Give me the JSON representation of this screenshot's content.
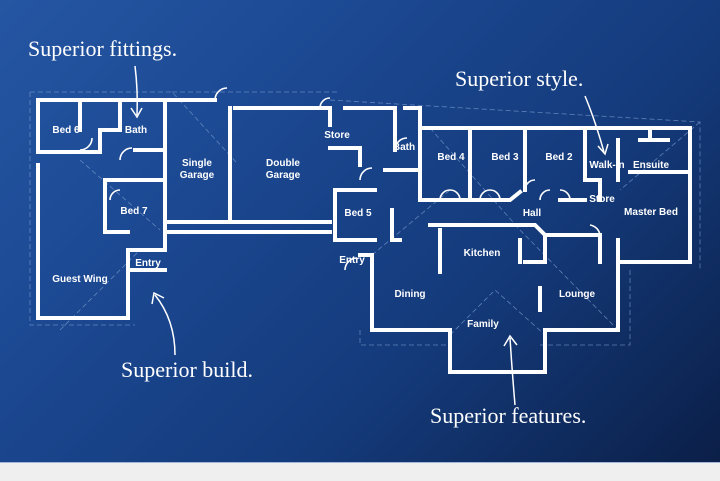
{
  "captions": {
    "fittings": "Superior fittings.",
    "style": "Superior style.",
    "build": "Superior build.",
    "features": "Superior features."
  },
  "rooms": {
    "bed6": "Bed 6",
    "bath_left": "Bath",
    "single_garage_1": "Single",
    "single_garage_2": "Garage",
    "double_garage_1": "Double",
    "double_garage_2": "Garage",
    "bed7": "Bed 7",
    "entry_left": "Entry",
    "guest_wing": "Guest Wing",
    "store_top": "Store",
    "bath_mid": "Bath",
    "bed5": "Bed 5",
    "entry_mid": "Entry",
    "bed4": "Bed 4",
    "bed3": "Bed 3",
    "bed2": "Bed 2",
    "walk_in": "Walk-in",
    "ensuite": "Ensuite",
    "store_right": "Store",
    "master_bed": "Master Bed",
    "hall": "Hall",
    "kitchen": "Kitchen",
    "dining": "Dining",
    "lounge": "Lounge",
    "family": "Family"
  },
  "colors": {
    "background_light": "#2556a3",
    "background_dark": "#0b1f48",
    "lines": "#ffffff"
  }
}
